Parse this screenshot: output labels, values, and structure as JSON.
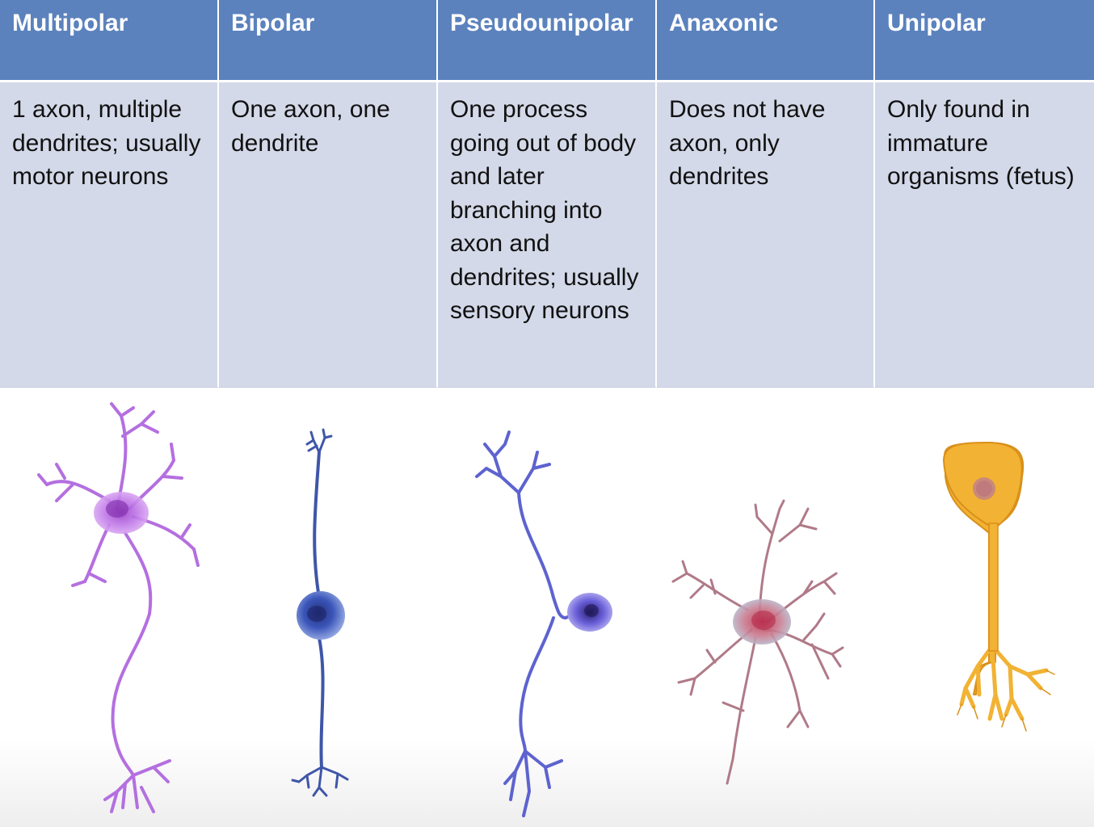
{
  "columns": [
    {
      "header": "Multipolar",
      "description": "1 axon, multiple dendrites; usually motor neurons"
    },
    {
      "header": "Bipolar",
      "description": "One axon, one dendrite"
    },
    {
      "header": "Pseudounipolar",
      "description": "One process going out of body and later branching into axon and dendrites; usually sensory neurons"
    },
    {
      "header": "Anaxonic",
      "description": "Does not have axon, only dendrites"
    },
    {
      "header": "Unipolar",
      "description": "Only found in immature organisms (fetus)"
    }
  ],
  "illustrations": [
    {
      "icon": "multipolar-neuron-illustration",
      "color": "#b070e0"
    },
    {
      "icon": "bipolar-neuron-illustration",
      "color": "#3a4fae"
    },
    {
      "icon": "pseudounipolar-neuron-illustration",
      "color": "#6a5fd8"
    },
    {
      "icon": "anaxonic-neuron-illustration",
      "color": "#c06878"
    },
    {
      "icon": "unipolar-neuron-illustration",
      "color": "#f2b233"
    }
  ]
}
